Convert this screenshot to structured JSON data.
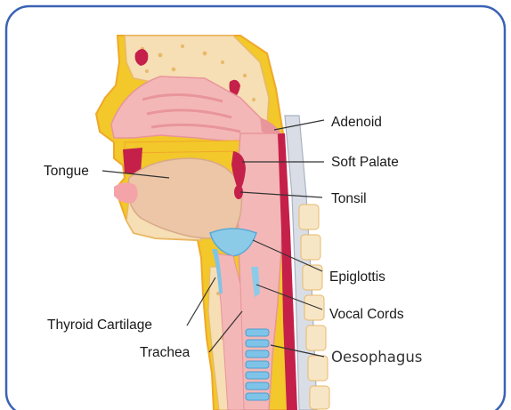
{
  "colors": {
    "frame": "#3a62b4",
    "bone": "#f6deb5",
    "bone_edge": "#e8b96a",
    "fat": "#f2c82a",
    "skin_edge": "#f0a82a",
    "pink_tissue": "#f4b7b7",
    "pink_dark": "#e8959b",
    "tongue": "#ecc6a6",
    "epiglottis": "#8ccbe8",
    "spine_red": "#c4204a",
    "vertebra": "#f7e6c6",
    "trachea_blue": "#7fc4e8",
    "leader": "#333333"
  },
  "labels": {
    "adenoid": "Adenoid",
    "soft_palate": "Soft Palate",
    "tongue": "Tongue",
    "tonsil": "Tonsil",
    "epiglottis": "Epiglottis",
    "vocal_cords": "Vocal Cords",
    "thyroid_cartilage": "Thyroid Cartilage",
    "trachea": "Trachea",
    "oesophagus": "Oesophagus"
  }
}
